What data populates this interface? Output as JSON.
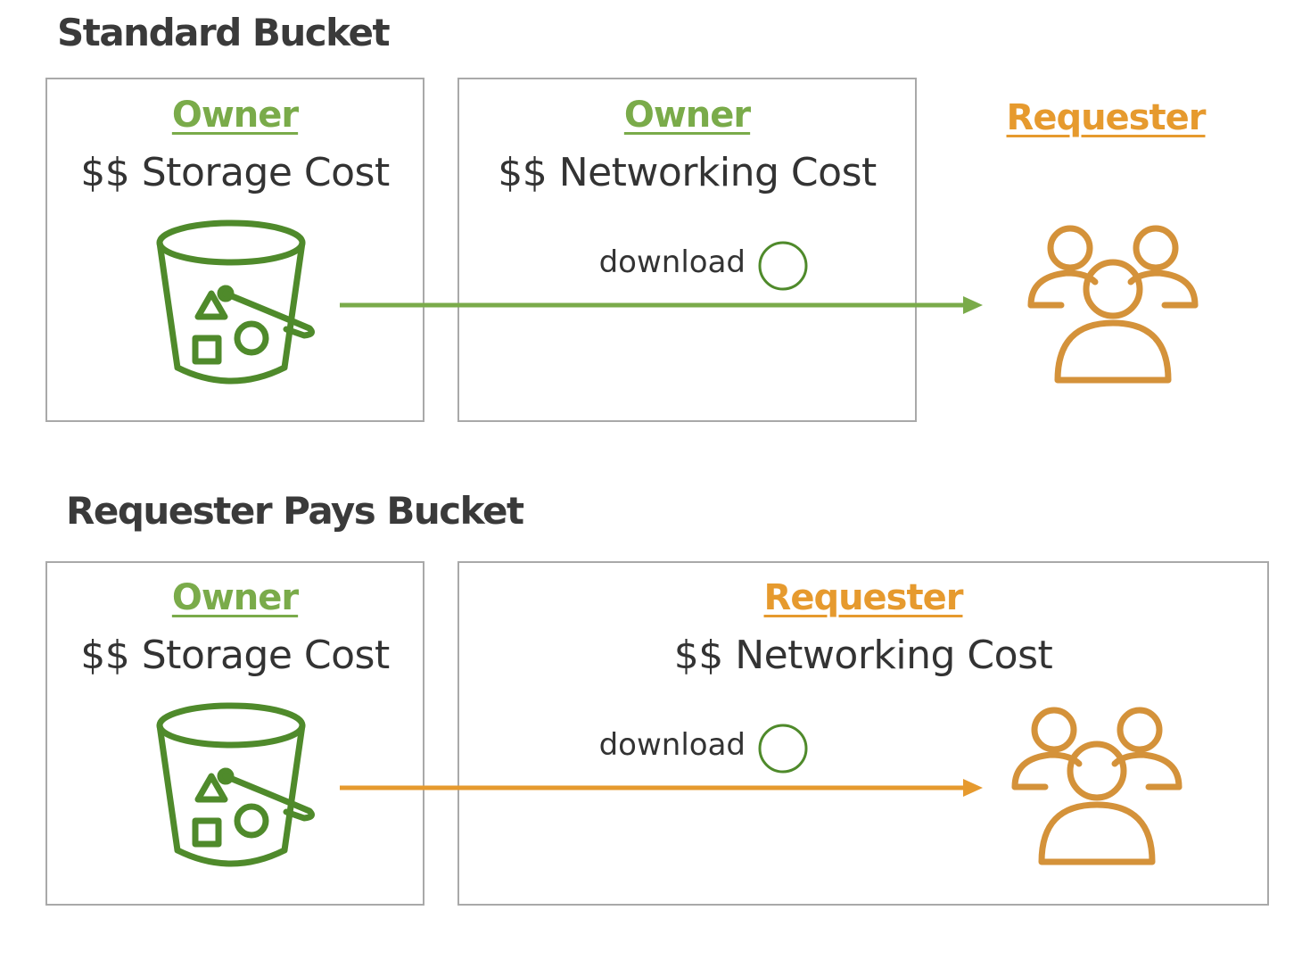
{
  "standard": {
    "title": "Standard Bucket",
    "storage_box": {
      "role": "Owner",
      "cost": "$$ Storage Cost",
      "icon": "s3-bucket-icon"
    },
    "network_box": {
      "role": "Owner",
      "cost": "$$ Networking Cost",
      "action": "download"
    },
    "requester": {
      "role": "Requester",
      "icon": "users-group-icon"
    },
    "arrow_color": "#7aab4a"
  },
  "requester_pays": {
    "title": "Requester Pays Bucket",
    "storage_box": {
      "role": "Owner",
      "cost": "$$ Storage Cost",
      "icon": "s3-bucket-icon"
    },
    "network_box": {
      "role": "Requester",
      "cost": "$$ Networking Cost",
      "action": "download"
    },
    "requester": {
      "icon": "users-group-icon"
    },
    "arrow_color": "#e69a2e"
  },
  "colors": {
    "owner": "#7aab4a",
    "requester": "#e69a2e",
    "bucket": "#4f8a2b",
    "users": "#d4923a",
    "border": "#a9a9a9",
    "title": "#3a3a3a"
  }
}
